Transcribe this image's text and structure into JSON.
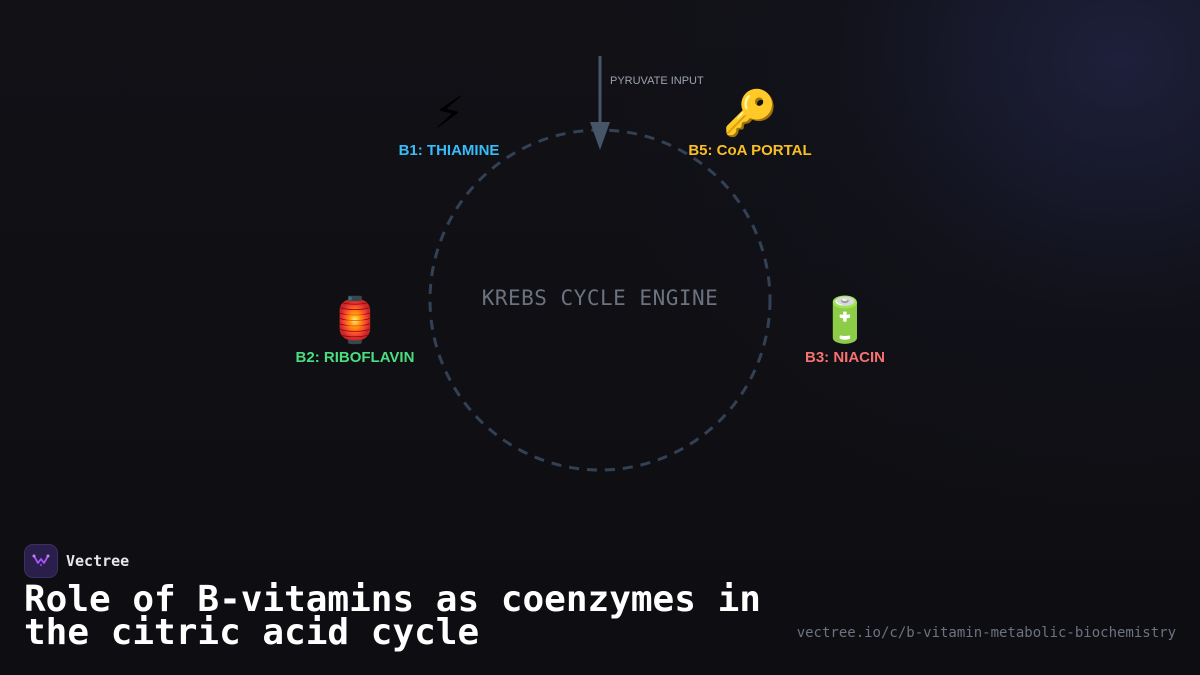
{
  "diagram": {
    "center_label": "KREBS CYCLE ENGINE",
    "input_label": "PYRUVATE INPUT",
    "nodes": [
      {
        "id": "b1",
        "icon": "⚡",
        "icon_name": "lightning-icon",
        "label": "B1: THIAMINE",
        "color": "#38bdf8"
      },
      {
        "id": "b5",
        "icon": "🔑",
        "icon_name": "key-icon",
        "label": "B5: CoA PORTAL",
        "color": "#fbbf24"
      },
      {
        "id": "b2",
        "icon": "🏮",
        "icon_name": "lantern-icon",
        "label": "B2: RIBOFLAVIN",
        "color": "#4ade80"
      },
      {
        "id": "b3",
        "icon": "🔋",
        "icon_name": "battery-icon",
        "label": "B3: NIACIN",
        "color": "#f87171"
      }
    ],
    "ring_color": "#334155",
    "arrow_color": "#475569"
  },
  "footer": {
    "brand_name": "Vectree",
    "title": "Role of B-vitamins as coenzymes in the citric acid cycle",
    "url": "vectree.io/c/b-vitamin-metabolic-biochemistry"
  }
}
